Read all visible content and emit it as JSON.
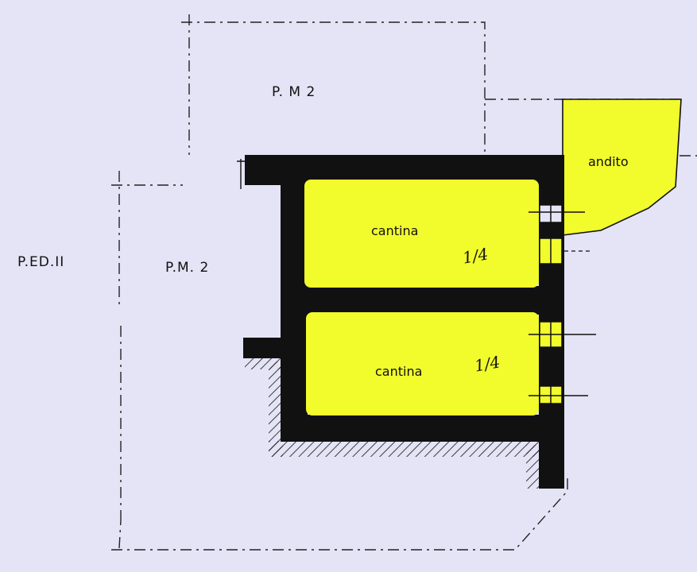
{
  "plan": {
    "type": "floor plan (cellar level)",
    "colors": {
      "background": "#e4e4f6",
      "highlight": "#f2fb2c",
      "wall": "#111111"
    },
    "areas": [
      {
        "id": "pm2_top",
        "label": "P. M 2"
      },
      {
        "id": "ped11",
        "label": "P.ED.II"
      },
      {
        "id": "pm2_left",
        "label": "P.M.  2"
      }
    ],
    "rooms": [
      {
        "id": "cantina_upper",
        "label": "cantina",
        "fraction": "1/4"
      },
      {
        "id": "cantina_lower",
        "label": "cantina",
        "fraction": "1/4"
      },
      {
        "id": "andito",
        "label": "andito"
      }
    ]
  }
}
